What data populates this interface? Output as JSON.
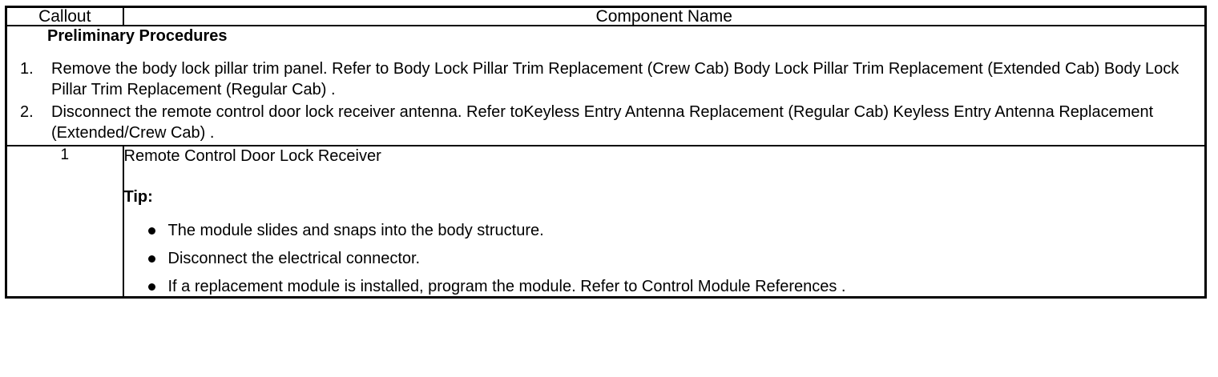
{
  "table": {
    "header": {
      "callout_label": "Callout",
      "component_label": "Component Name"
    },
    "preliminary": {
      "heading": "Preliminary Procedures",
      "steps": [
        {
          "number": "1.",
          "text": "Remove the body lock pillar trim panel. Refer to Body Lock Pillar Trim Replacement (Crew Cab) Body Lock Pillar Trim Replacement (Extended Cab) Body Lock Pillar Trim Replacement (Regular Cab) ."
        },
        {
          "number": "2.",
          "text": "Disconnect the remote control door lock receiver antenna. Refer toKeyless Entry Antenna Replacement (Regular Cab) Keyless Entry Antenna Replacement (Extended/Crew Cab) ."
        }
      ]
    },
    "rows": [
      {
        "callout": "1",
        "component_title": "Remote Control Door Lock Receiver",
        "tip_label": "Tip:",
        "tips": [
          "The module slides and snaps into the body structure.",
          "Disconnect the electrical connector.",
          "If a replacement module is installed, program the module. Refer to Control Module References ."
        ]
      }
    ]
  },
  "colors": {
    "border": "#000000",
    "text": "#000000",
    "background": "#ffffff"
  }
}
